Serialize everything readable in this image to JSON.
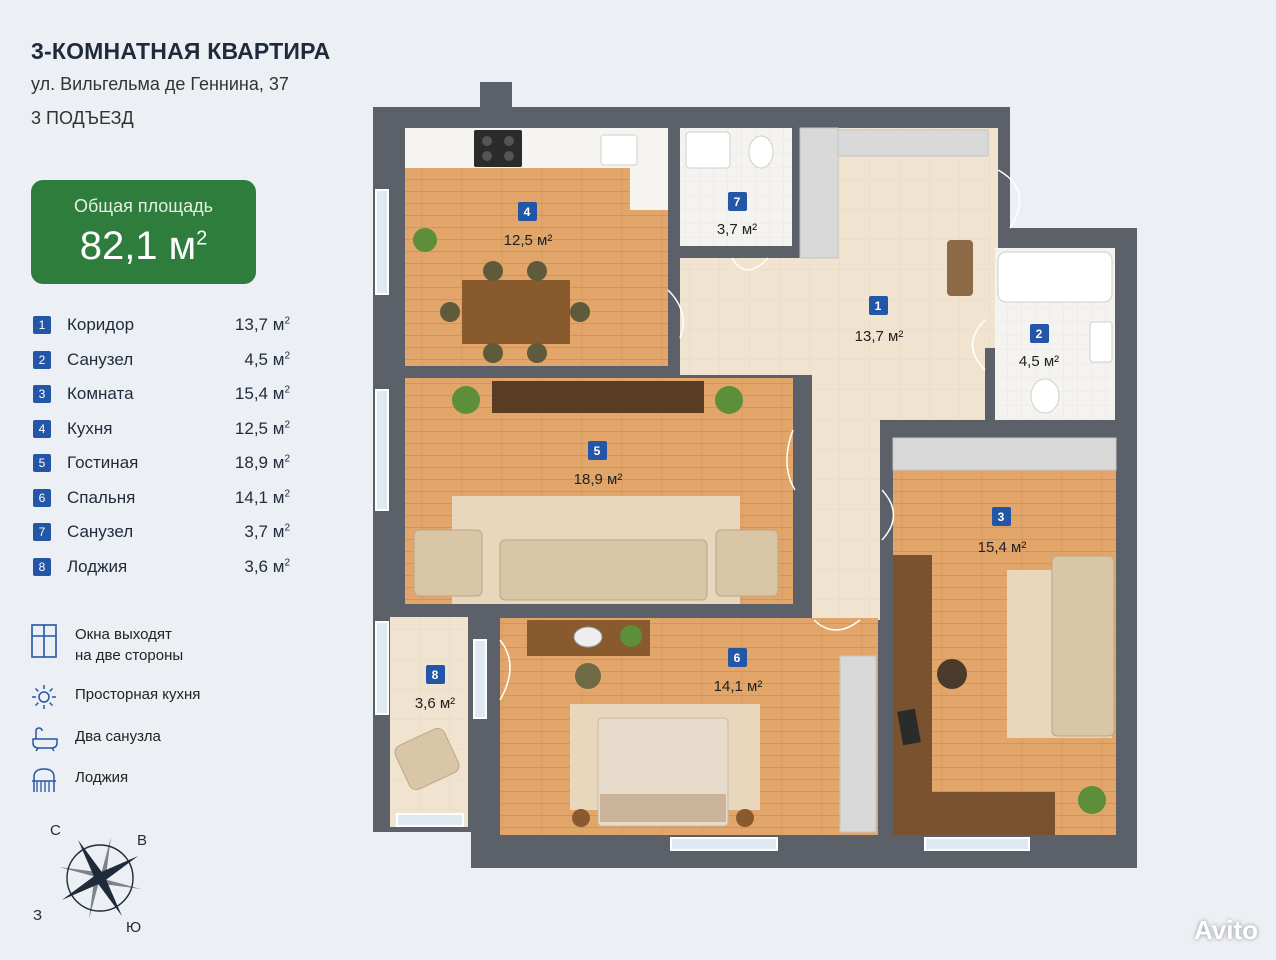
{
  "header": {
    "title": "3-КОМНАТНАЯ КВАРТИРА",
    "address": "ул. Вильгельма де Геннина, 37",
    "entrance": "3 ПОДЪЕЗД"
  },
  "total_area": {
    "label": "Общая площадь",
    "value": "82,1 м",
    "unit_sup": "2"
  },
  "rooms": [
    {
      "num": "1",
      "name": "Коридор",
      "area": "13,7",
      "unit": "м",
      "sup": "2"
    },
    {
      "num": "2",
      "name": "Санузел",
      "area": "4,5",
      "unit": "м",
      "sup": "2"
    },
    {
      "num": "3",
      "name": "Комната",
      "area": "15,4",
      "unit": "м",
      "sup": "2"
    },
    {
      "num": "4",
      "name": "Кухня",
      "area": "12,5",
      "unit": "м",
      "sup": "2"
    },
    {
      "num": "5",
      "name": "Гостиная",
      "area": "18,9",
      "unit": "м",
      "sup": "2"
    },
    {
      "num": "6",
      "name": "Спальня",
      "area": "14,1",
      "unit": "м",
      "sup": "2"
    },
    {
      "num": "7",
      "name": "Санузел",
      "area": "3,7",
      "unit": "м",
      "sup": "2"
    },
    {
      "num": "8",
      "name": "Лоджия",
      "area": "3,6",
      "unit": "м",
      "sup": "2"
    }
  ],
  "plan_labels": {
    "r1": "13,7 м²",
    "r2": "4,5 м²",
    "r3": "15,4 м²",
    "r4": "12,5 м²",
    "r5": "18,9 м²",
    "r6": "14,1 м²",
    "r7": "3,7 м²",
    "r8": "3,6 м²"
  },
  "features": [
    {
      "icon": "window-icon",
      "line1": "Окна выходят",
      "line2": "на две стороны"
    },
    {
      "icon": "sun-icon",
      "line1": "Просторная кухня",
      "line2": ""
    },
    {
      "icon": "bathtub-icon",
      "line1": "Два санузла",
      "line2": ""
    },
    {
      "icon": "balcony-icon",
      "line1": "Лоджия",
      "line2": ""
    }
  ],
  "compass": {
    "n": "С",
    "e": "В",
    "s": "Ю",
    "w": "З"
  },
  "watermark": "Avito",
  "colors": {
    "accent_green": "#2f7d3c",
    "badge_blue": "#2456a8",
    "wall": "#5c6068",
    "wood_floor": "#e0a86a",
    "tile_floor": "#efe3cf"
  }
}
